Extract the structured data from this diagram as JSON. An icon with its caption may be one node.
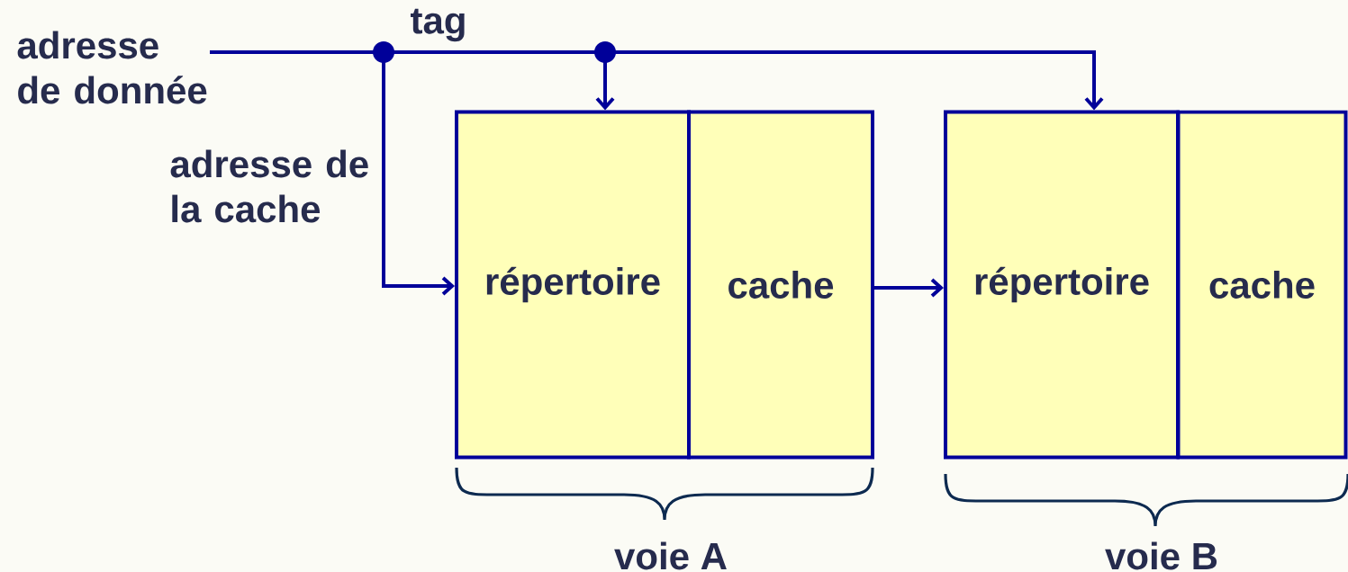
{
  "diagram": {
    "nodes": [
      {
        "text": [
          "adresse de donnée"
        ]
      },
      {
        "text": [
          "répertoire"
        ]
      },
      {
        "text": [
          "cache"
        ]
      },
      {
        "text": [
          "répertoire"
        ]
      },
      {
        "text": [
          "cache"
        ]
      }
    ],
    "edges": [
      {
        "from": 0,
        "to": 1,
        "arrow": "to",
        "label": "adresse de la cache"
      },
      {
        "from": 0,
        "to": 1,
        "arrow": "to"
      },
      {
        "from": 0,
        "to": 3,
        "arrow": "to"
      },
      {
        "from": 2,
        "to": 3,
        "arrow": "to"
      }
    ],
    "labels": [
      "tag",
      "voie A",
      "voie B"
    ]
  }
}
